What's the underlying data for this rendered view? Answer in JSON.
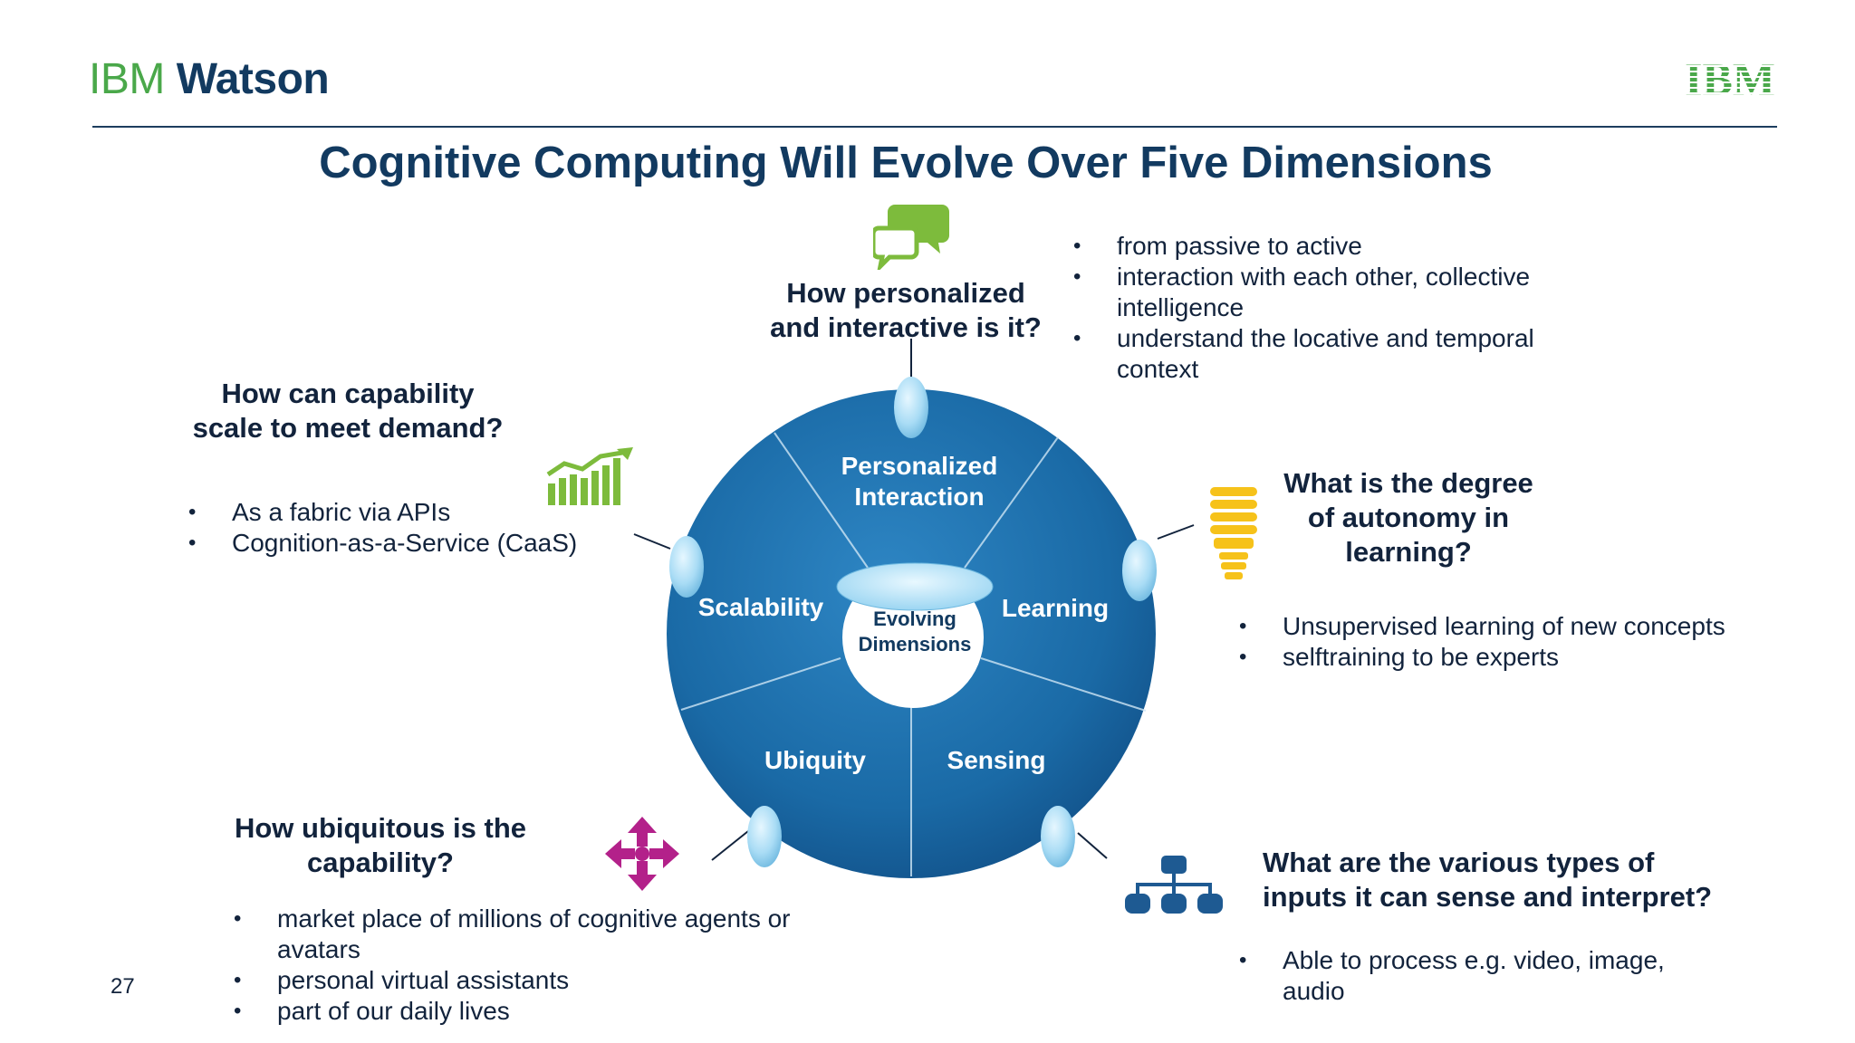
{
  "header": {
    "brand_ibm": "IBM",
    "brand_watson": "Watson",
    "logo_text": "IBM"
  },
  "title": "Cognitive Computing Will Evolve Over Five Dimensions",
  "wheel": {
    "center": [
      "Evolving",
      "Dimensions"
    ],
    "segments": {
      "personalized": [
        "Personalized",
        "Interaction"
      ],
      "learning": "Learning",
      "sensing": "Sensing",
      "ubiquity": "Ubiquity",
      "scalability": "Scalability"
    }
  },
  "dimensions": {
    "personalized": {
      "question": [
        "How personalized",
        "and interactive is it?"
      ],
      "bullets": [
        "from passive to active",
        "interaction with each other, collective intelligence",
        "understand the locative and temporal context"
      ]
    },
    "scalability": {
      "question": [
        "How can capability",
        "scale to meet demand?"
      ],
      "bullets": [
        "As a fabric via APIs",
        "Cognition-as-a-Service (CaaS)"
      ]
    },
    "learning": {
      "question": [
        "What is the degree",
        "of autonomy in",
        "learning?"
      ],
      "bullets": [
        "Unsupervised learning of new concepts",
        "selftraining to be experts"
      ]
    },
    "ubiquity": {
      "question": [
        "How ubiquitous is the",
        "capability?"
      ],
      "bullets": [
        "market place of millions of cognitive agents or avatars",
        "personal virtual assistants",
        "part of our daily lives"
      ]
    },
    "sensing": {
      "question": [
        "What are the various types of",
        "inputs it can sense and interpret?"
      ],
      "bullets": [
        "Able to process e.g. video, image, audio"
      ]
    }
  },
  "page_number": "27",
  "colors": {
    "brand_green": "#4aa84a",
    "brand_navy": "#123a60",
    "wheel_blue": "#1a6aa6",
    "knob_blue": "#a9dcf5",
    "icon_green": "#7dbb3c",
    "icon_yellow": "#f6c21a",
    "icon_magenta": "#b3218a",
    "icon_navy": "#1e5a92"
  },
  "icons": [
    "chat-bubbles-icon",
    "growth-chart-icon",
    "lightbulb-icon",
    "move-arrows-icon",
    "hierarchy-icon"
  ]
}
